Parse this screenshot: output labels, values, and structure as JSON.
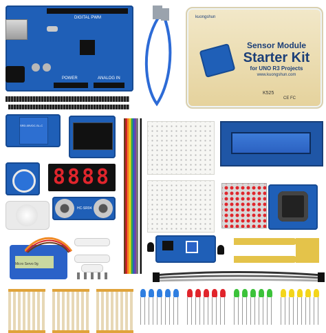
{
  "arduino": {
    "board_label": "DIGITAL PWM",
    "power_label": "POWER",
    "analog_label": "ANALOG IN"
  },
  "kit_box": {
    "brand": "kuongshun",
    "title_line1": "Sensor Module",
    "title_line2": "Starter Kit",
    "subtitle": "for UNO R3 Projects",
    "website": "www.kuongshun.com",
    "model": "K525",
    "marks": "CE FC"
  },
  "modules": {
    "relay_label": "SRD-05VDC-SL-C",
    "seven_seg_digits": "8888",
    "ultrasonic_label": "HC-SR04",
    "servo_label": "Micro Servo 9g"
  },
  "colors": {
    "pcb_blue": "#1f5fb7",
    "box_cream": "#f0e4c0",
    "led_red": "#e0252c",
    "led_green": "#3cc23a",
    "led_yellow": "#f3d51b",
    "led_blue": "#2f7ee0"
  }
}
